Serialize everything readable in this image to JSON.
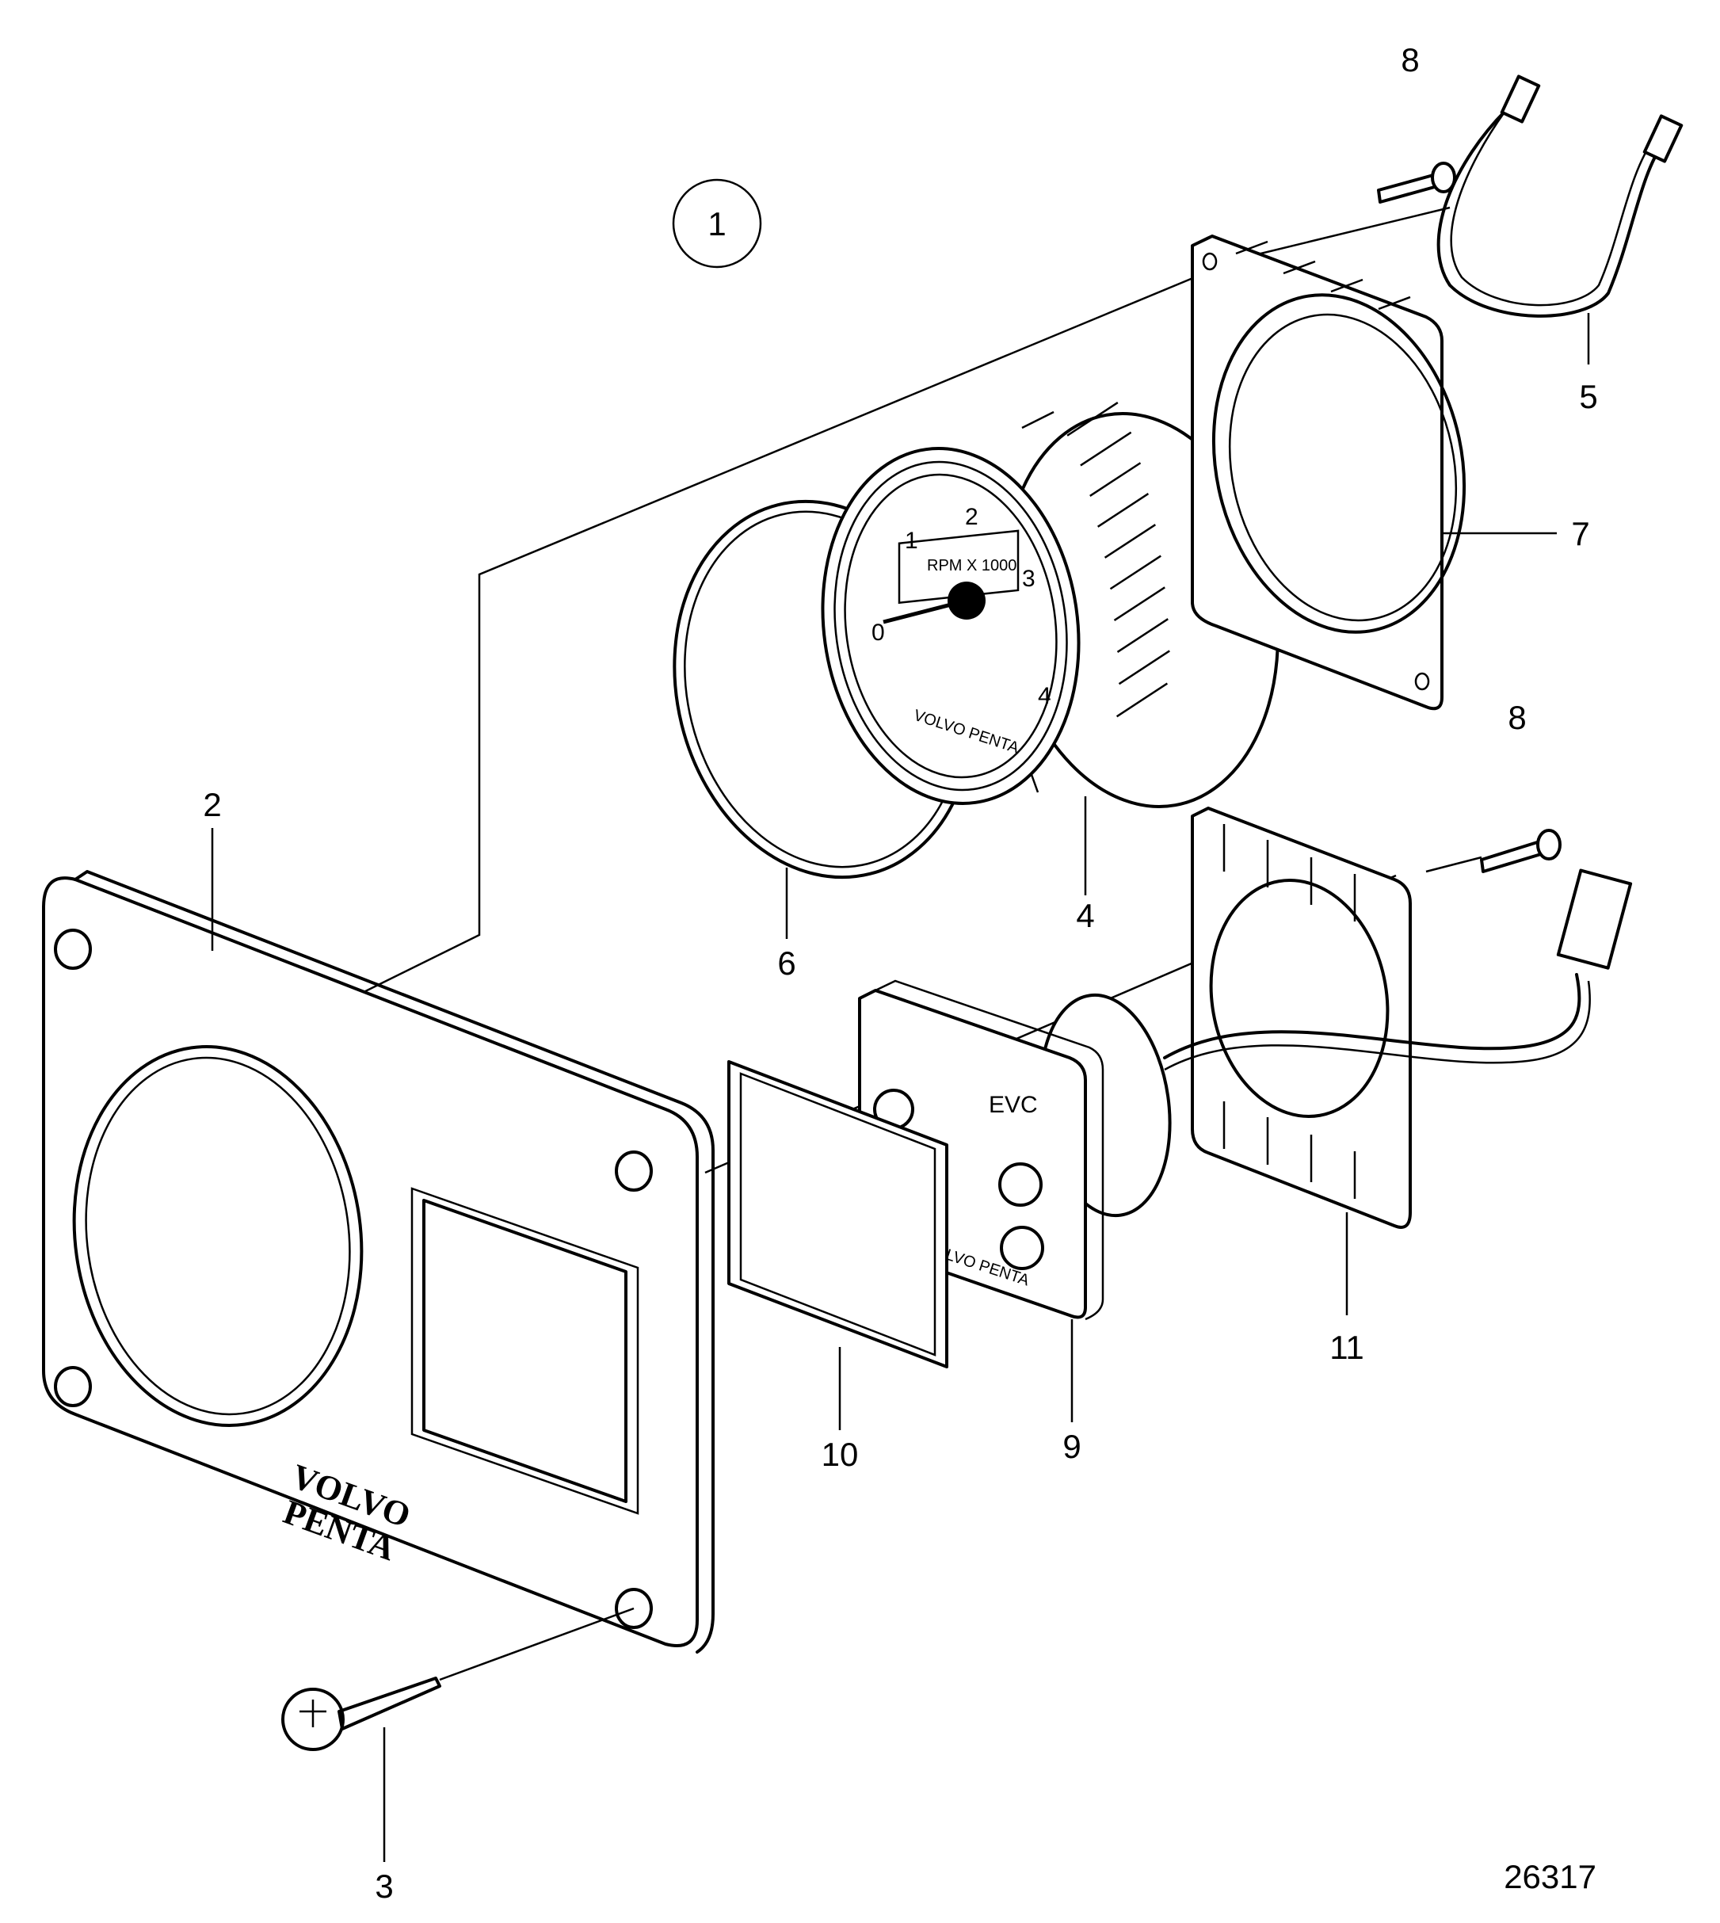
{
  "diagram_id": "26317",
  "assembly_circle_label": "1",
  "callouts": {
    "c1": "2",
    "c2": "3",
    "c3": "4",
    "c4": "5",
    "c5": "6",
    "c6": "7",
    "c7": "8",
    "c8": "8",
    "c9": "9",
    "c10": "10",
    "c11": "11"
  },
  "panel_logo": {
    "line1": "VOLVO",
    "line2": "PENTA"
  },
  "gauge": {
    "unit_label": "RPM X 1000",
    "scale": [
      "0",
      "1",
      "2",
      "3",
      "4"
    ],
    "brand": "VOLVO PENTA"
  },
  "display_unit": {
    "label": "EVC",
    "brand": "VOLVO PENTA"
  }
}
